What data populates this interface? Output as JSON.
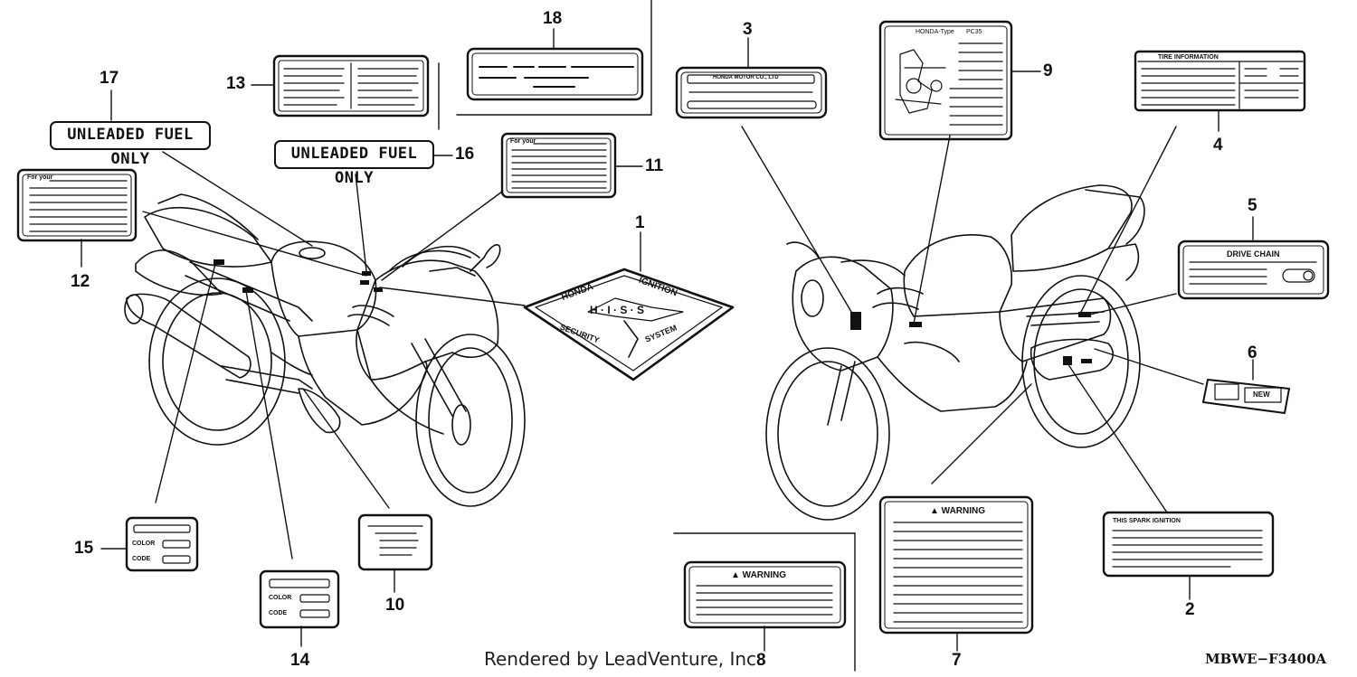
{
  "callouts": {
    "n1": "1",
    "n2": "2",
    "n3": "3",
    "n4": "4",
    "n5": "5",
    "n6": "6",
    "n7": "7",
    "n8": "8",
    "n9": "9",
    "n10": "10",
    "n11": "11",
    "n12": "12",
    "n13": "13",
    "n14": "14",
    "n15": "15",
    "n16": "16",
    "n17": "17",
    "n18": "18"
  },
  "labels": {
    "fuel_17": "UNLEADED FUEL ONLY",
    "fuel_16": "UNLEADED FUEL ONLY",
    "for_your_11": "For your",
    "for_your_12": "For your",
    "maker_3": "HONDA MOTOR CO., LTD",
    "honda_type_9": "HONDA-Type",
    "type_code_9": "PC35",
    "tire_info_4": "TIRE INFORMATION",
    "drive_chain_5": "DRIVE CHAIN",
    "new_6": "NEW",
    "warning_7": "▲ WARNING",
    "warning_8": "▲ WARNING",
    "spark_2": "THIS SPARK IGNITION",
    "color_14": "COLOR",
    "code_14": "CODE",
    "color_15": "COLOR",
    "code_15": "CODE"
  },
  "hiss_emblem": {
    "top_left": "HONDA",
    "top_right": "IGNITION",
    "middle": "H · I · S · S",
    "bottom_left": "SECURITY",
    "bottom_right": "SYSTEM"
  },
  "footer": {
    "credit": "Rendered by LeadVenture, Inc.",
    "diagram_code": "MBWE−F3400A"
  }
}
